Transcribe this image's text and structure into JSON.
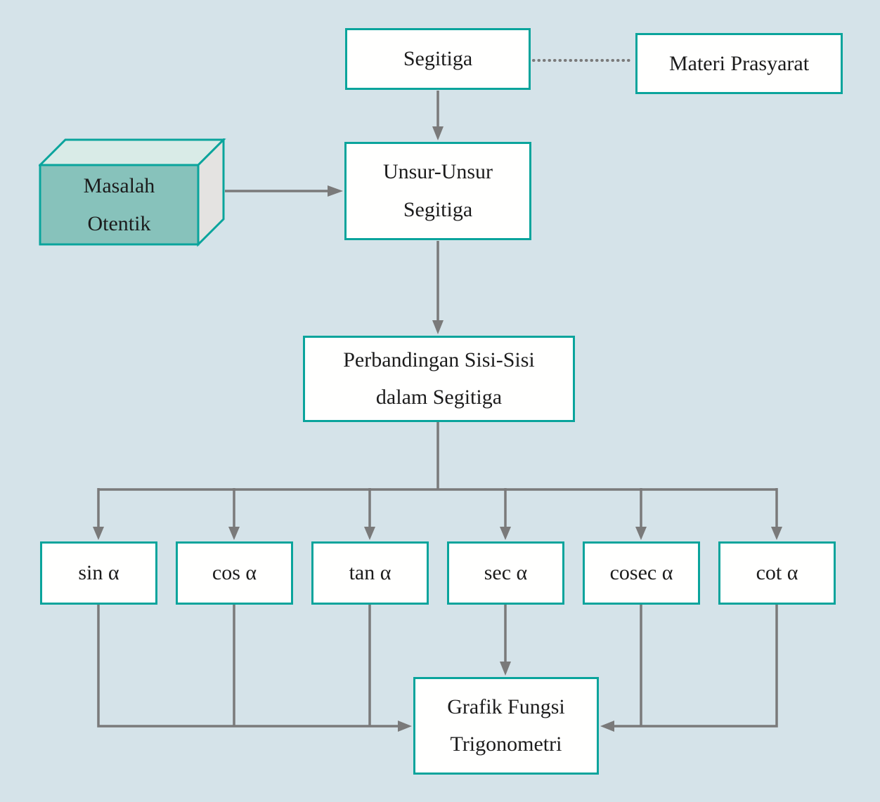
{
  "colors": {
    "background": "#d5e3e9",
    "box_border": "#0aa49c",
    "box_fill": "#fffffe",
    "arrow": "#7a7a7a",
    "text": "#1c1c1c",
    "box3d_front": "#87c2bb",
    "box3d_top": "#d9ebe7",
    "box3d_side": "#e4e3e1"
  },
  "nodes": {
    "segitiga": {
      "label": "Segitiga"
    },
    "materi_prasyarat": {
      "label": "Materi Prasyarat"
    },
    "masalah_otentik": {
      "label": "Masalah\nOtentik"
    },
    "unsur_unsur_segitiga": {
      "label": "Unsur-Unsur\nSegitiga"
    },
    "perbandingan": {
      "label": "Perbandingan Sisi-Sisi\ndalam Segitiga"
    },
    "ratios": [
      {
        "label": "sin α"
      },
      {
        "label": "cos α"
      },
      {
        "label": "tan α"
      },
      {
        "label": "sec α"
      },
      {
        "label": "cosec α"
      },
      {
        "label": "cot α"
      }
    ],
    "grafik": {
      "label": "Grafik Fungsi\nTrigonometri"
    }
  }
}
